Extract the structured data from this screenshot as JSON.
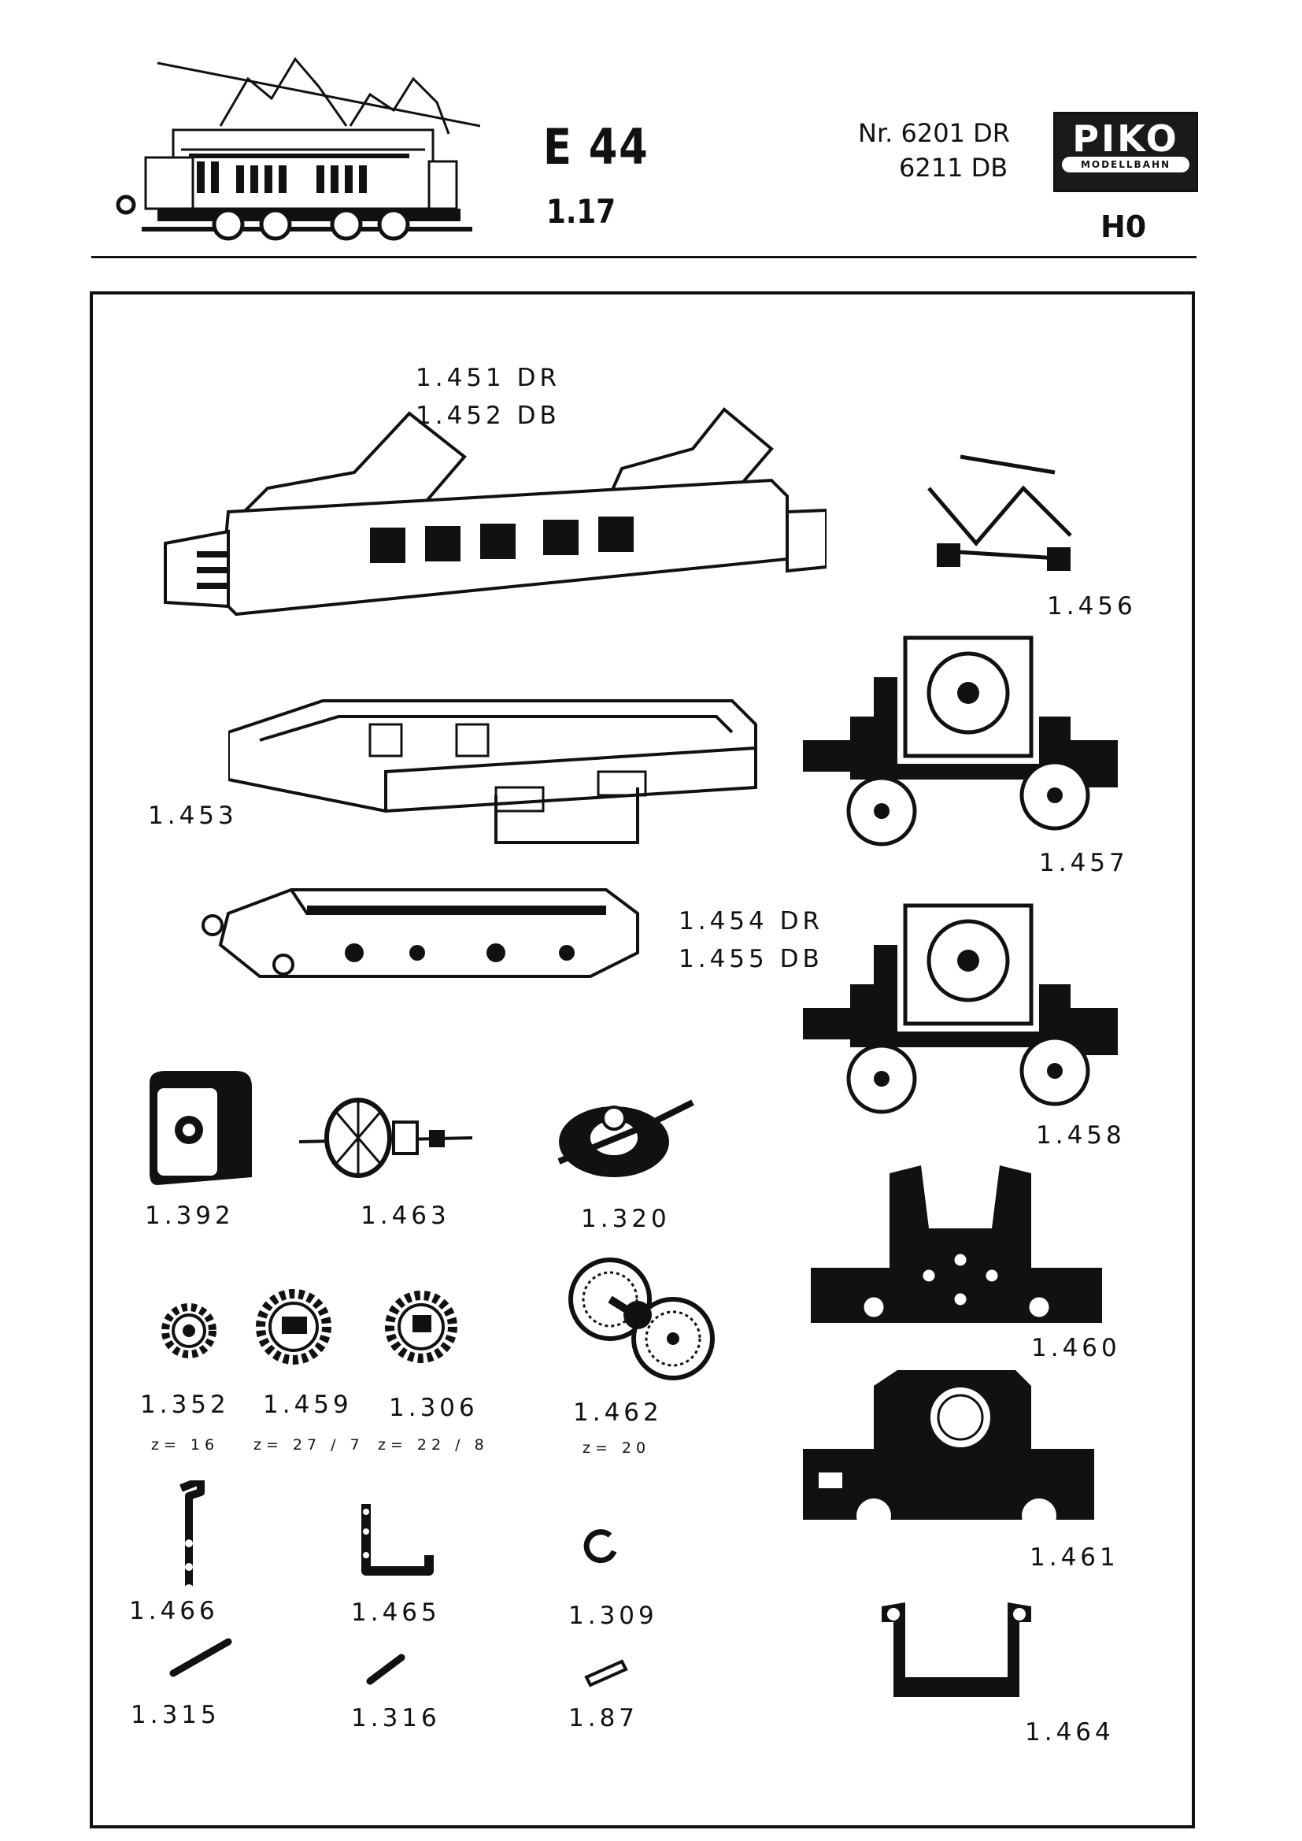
{
  "header": {
    "model": "E 44",
    "sheet": "1.17",
    "number_line1": "Nr. 6201 DR",
    "number_line2": "6211 DB",
    "logo": "PIKO",
    "logo_band": "MODELLBAHN",
    "scale": "H0",
    "icons": [
      "locomotive-illustration",
      "piko-logo"
    ]
  },
  "parts": {
    "p1451": "1.451  DR",
    "p1452": "1.452  DB",
    "p1456": "1.456",
    "p1453": "1.453",
    "p1457": "1.457",
    "p1454": "1.454  DR",
    "p1455": "1.455  DB",
    "p1458": "1.458",
    "p1392": "1.392",
    "p1463": "1.463",
    "p1320": "1.320",
    "p1460": "1.460",
    "p1352": "1.352",
    "z1352": "z= 16",
    "p1459": "1.459",
    "z1459": "z= 27 / 7",
    "p1306": "1.306",
    "z1306": "z= 22 / 8",
    "p1462": "1.462",
    "z1462": "z= 20",
    "p1461": "1.461",
    "p1466": "1.466",
    "p1465": "1.465",
    "p1309": "1.309",
    "p1315": "1.315",
    "p1316": "1.316",
    "p187": "1.87",
    "p1464": "1.464"
  }
}
